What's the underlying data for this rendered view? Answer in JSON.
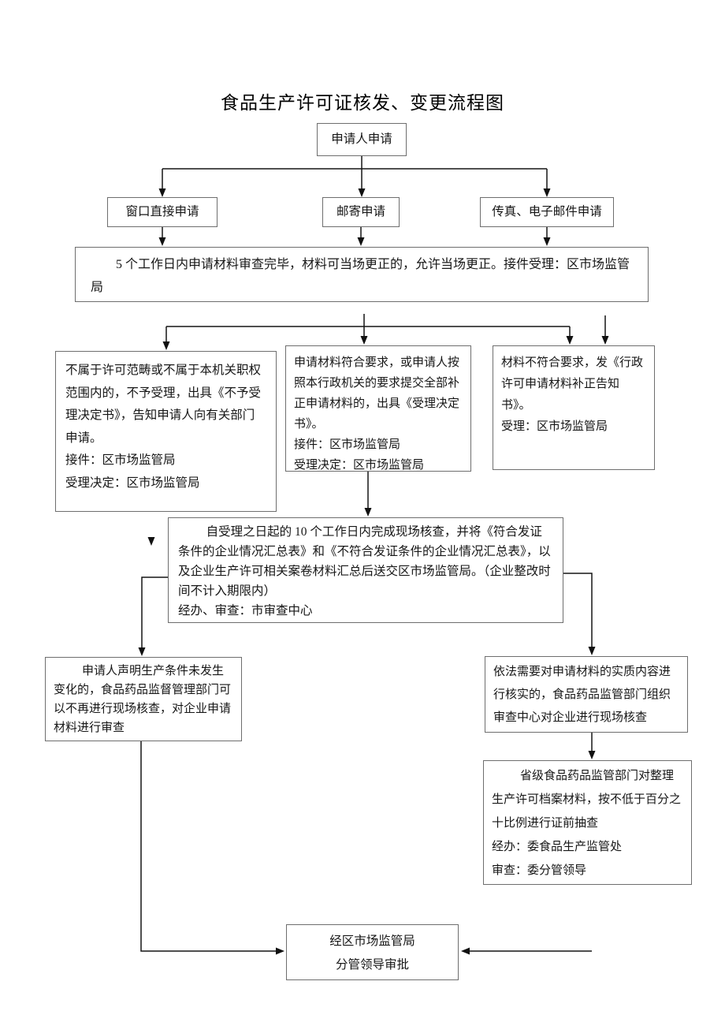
{
  "page": {
    "title": "食品生产许可证核发、变更流程图"
  },
  "nodes": {
    "applicant": {
      "label": "申请人申请"
    },
    "window": {
      "label": "窗口直接申请"
    },
    "mail": {
      "label": "邮寄申请"
    },
    "fax": {
      "label": "传真、电子邮件申请"
    },
    "review": {
      "text": "5 个工作日内申请材料审查完毕，材料可当场更正的，允许当场更正。接件受理：区市场监管局"
    },
    "reject": {
      "text": "不属于许可范畴或不属于本机关职权范围内的，不予受理，出具《不予受理决定书》，告知申请人向有关部门申请。\n接件：区市场监管局\n受理决定：区市场监管局"
    },
    "accept": {
      "text": "申请材料符合要求，或申请人按照本行政机关的要求提交全部补正申请材料的，出具《受理决定书》。\n接件：区市场监管局\n受理决定：区市场监管局"
    },
    "supplement": {
      "text": "材料不符合要求，发《行政许可申请材料补正告知书》。\n受理：区市场监管局"
    },
    "onsite": {
      "text": "自受理之日起的 10 个工作日内完成现场核查，并将《符合发证条件的企业情况汇总表》和《不符合发证条件的企业情况汇总表》，以及企业生产许可相关案卷材料汇总后送交区市场监管局。（企业整改时间不计入期限内）\n经办、审查：市审查中心"
    },
    "no_change": {
      "text": "申请人声明生产条件未发生变化的，食品药品监督管理部门可以不再进行现场核查，对企业申请材料进行审查"
    },
    "verify": {
      "text": "依法需要对申请材料的实质内容进行核实的，食品药品监管部门组织审查中心对企业进行现场核查"
    },
    "spotcheck": {
      "text": "省级食品药品监管部门对整理生产许可档案材料，按不低于百分之十比例进行证前抽查\n经办：委食品生产监管处\n审查：委分管领导"
    },
    "approval": {
      "text": "经区市场监管局\n分管领导审批"
    }
  },
  "colors": {
    "line": "#151515",
    "box_border": "#6e6e6e",
    "background": "#ffffff",
    "text": "#161616"
  }
}
